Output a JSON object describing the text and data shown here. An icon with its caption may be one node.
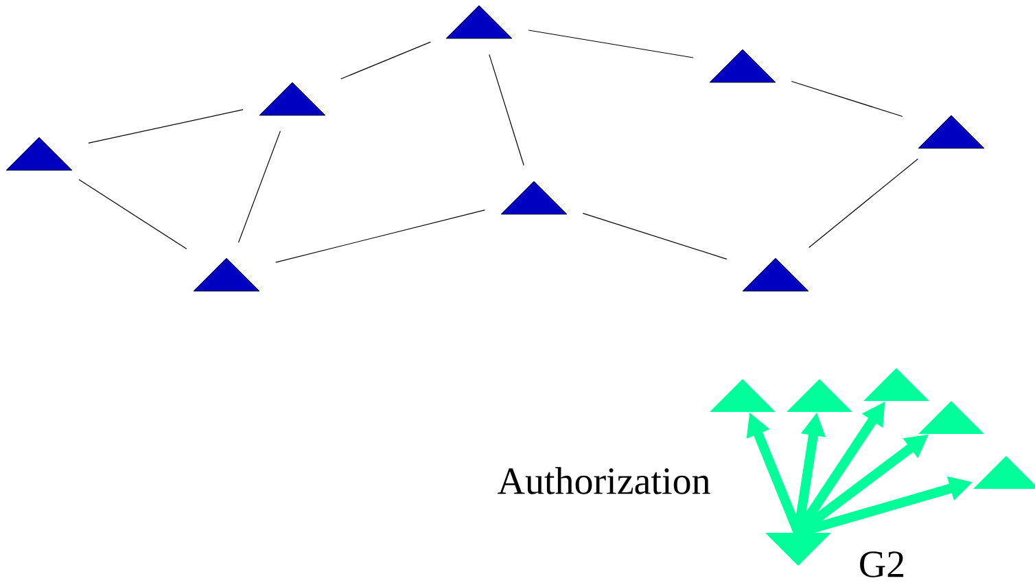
{
  "diagram": {
    "nodes": [
      {
        "text": [],
        "shape": "triangle"
      },
      {
        "text": [],
        "shape": "triangle"
      },
      {
        "text": [],
        "shape": "triangle"
      },
      {
        "text": [],
        "shape": "triangle"
      },
      {
        "text": [],
        "shape": "triangle"
      },
      {
        "text": [],
        "shape": "triangle"
      },
      {
        "text": [],
        "shape": "triangle"
      },
      {
        "text": [],
        "shape": "triangle"
      },
      {
        "text": [],
        "shape": "triangle",
        "beside": [
          "G2"
        ]
      },
      {
        "text": [],
        "shape": "triangle"
      },
      {
        "text": [],
        "shape": "triangle"
      },
      {
        "text": [],
        "shape": "triangle"
      },
      {
        "text": [],
        "shape": "triangle"
      },
      {
        "text": [],
        "shape": "triangle"
      }
    ],
    "edges": [
      {
        "from": 0,
        "to": 1,
        "arrow": "none"
      },
      {
        "from": 0,
        "to": 3,
        "arrow": "none"
      },
      {
        "from": 0,
        "to": 5,
        "arrow": "none"
      },
      {
        "from": 1,
        "to": 2,
        "arrow": "none"
      },
      {
        "from": 1,
        "to": 6,
        "arrow": "none"
      },
      {
        "from": 2,
        "to": 6,
        "arrow": "none"
      },
      {
        "from": 3,
        "to": 4,
        "arrow": "none"
      },
      {
        "from": 6,
        "to": 5,
        "arrow": "none"
      },
      {
        "from": 5,
        "to": 7,
        "arrow": "none"
      },
      {
        "from": 7,
        "to": 4,
        "arrow": "none"
      },
      {
        "from": 8,
        "to": 9,
        "arrow": "to",
        "style": "thick",
        "color": "#00ff99"
      },
      {
        "from": 8,
        "to": 10,
        "arrow": "to",
        "style": "thick",
        "color": "#00ff99"
      },
      {
        "from": 8,
        "to": 11,
        "arrow": "to",
        "style": "thick",
        "color": "#00ff99"
      },
      {
        "from": 8,
        "to": 12,
        "arrow": "to",
        "style": "thick",
        "color": "#00ff99"
      },
      {
        "from": 8,
        "to": 13,
        "arrow": "to",
        "style": "thick",
        "color": "#00ff99"
      }
    ],
    "labels": [
      "Authorization"
    ]
  }
}
